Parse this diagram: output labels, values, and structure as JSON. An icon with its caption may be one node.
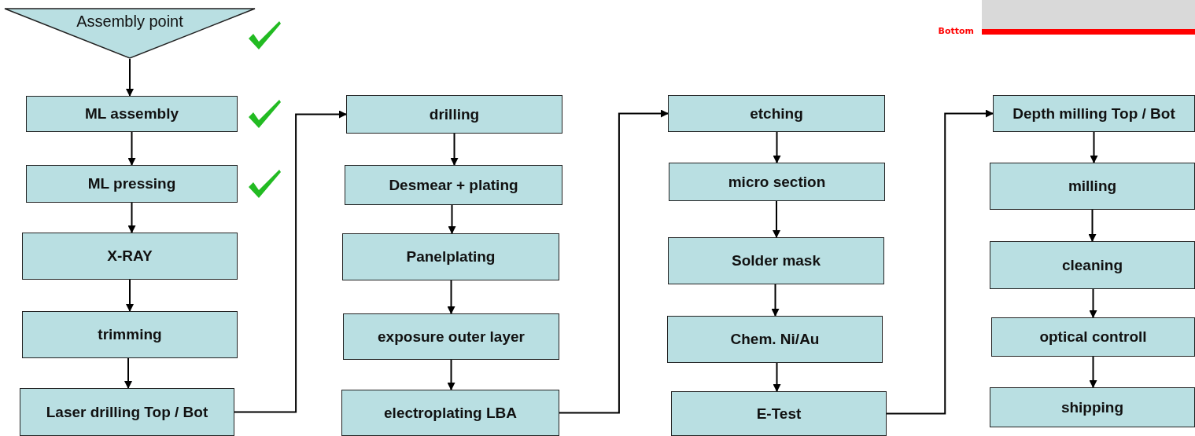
{
  "diagram": {
    "nodes": [
      {
        "text": [
          "Assembly point"
        ]
      },
      {
        "text": [
          "ML assembly"
        ]
      },
      {
        "text": [
          "ML pressing"
        ]
      },
      {
        "text": [
          "X-RAY"
        ]
      },
      {
        "text": [
          "trimming"
        ]
      },
      {
        "text": [
          "Laser drilling Top / Bot"
        ]
      },
      {
        "text": [
          "drilling"
        ]
      },
      {
        "text": [
          "Desmear + plating"
        ]
      },
      {
        "text": [
          "Panelplating"
        ]
      },
      {
        "text": [
          "exposure outer layer"
        ]
      },
      {
        "text": [
          "electroplating LBA"
        ]
      },
      {
        "text": [
          "etching"
        ]
      },
      {
        "text": [
          "micro section"
        ]
      },
      {
        "text": [
          "Solder mask"
        ]
      },
      {
        "text": [
          "Chem. Ni/Au"
        ]
      },
      {
        "text": [
          "E-Test"
        ]
      },
      {
        "text": [
          "Depth milling Top / Bot"
        ]
      },
      {
        "text": [
          "milling"
        ]
      },
      {
        "text": [
          "cleaning"
        ]
      },
      {
        "text": [
          "optical controll"
        ]
      },
      {
        "text": [
          "shipping"
        ]
      }
    ],
    "edges": [
      {
        "from": 0,
        "to": 1,
        "arrow": "to"
      },
      {
        "from": 1,
        "to": 2,
        "arrow": "to"
      },
      {
        "from": 2,
        "to": 3,
        "arrow": "to"
      },
      {
        "from": 3,
        "to": 4,
        "arrow": "to"
      },
      {
        "from": 4,
        "to": 5,
        "arrow": "to"
      },
      {
        "from": 5,
        "to": 6,
        "arrow": "to"
      },
      {
        "from": 6,
        "to": 7,
        "arrow": "to"
      },
      {
        "from": 7,
        "to": 8,
        "arrow": "to"
      },
      {
        "from": 8,
        "to": 9,
        "arrow": "to"
      },
      {
        "from": 9,
        "to": 10,
        "arrow": "to"
      },
      {
        "from": 10,
        "to": 11,
        "arrow": "to"
      },
      {
        "from": 11,
        "to": 12,
        "arrow": "to"
      },
      {
        "from": 12,
        "to": 13,
        "arrow": "to"
      },
      {
        "from": 13,
        "to": 14,
        "arrow": "to"
      },
      {
        "from": 14,
        "to": 15,
        "arrow": "to"
      },
      {
        "from": 15,
        "to": 16,
        "arrow": "to"
      },
      {
        "from": 16,
        "to": 17,
        "arrow": "to"
      },
      {
        "from": 17,
        "to": 18,
        "arrow": "to"
      },
      {
        "from": 18,
        "to": 19,
        "arrow": "to"
      },
      {
        "from": 19,
        "to": 20,
        "arrow": "to"
      }
    ],
    "labels": [
      "Bottom"
    ]
  }
}
